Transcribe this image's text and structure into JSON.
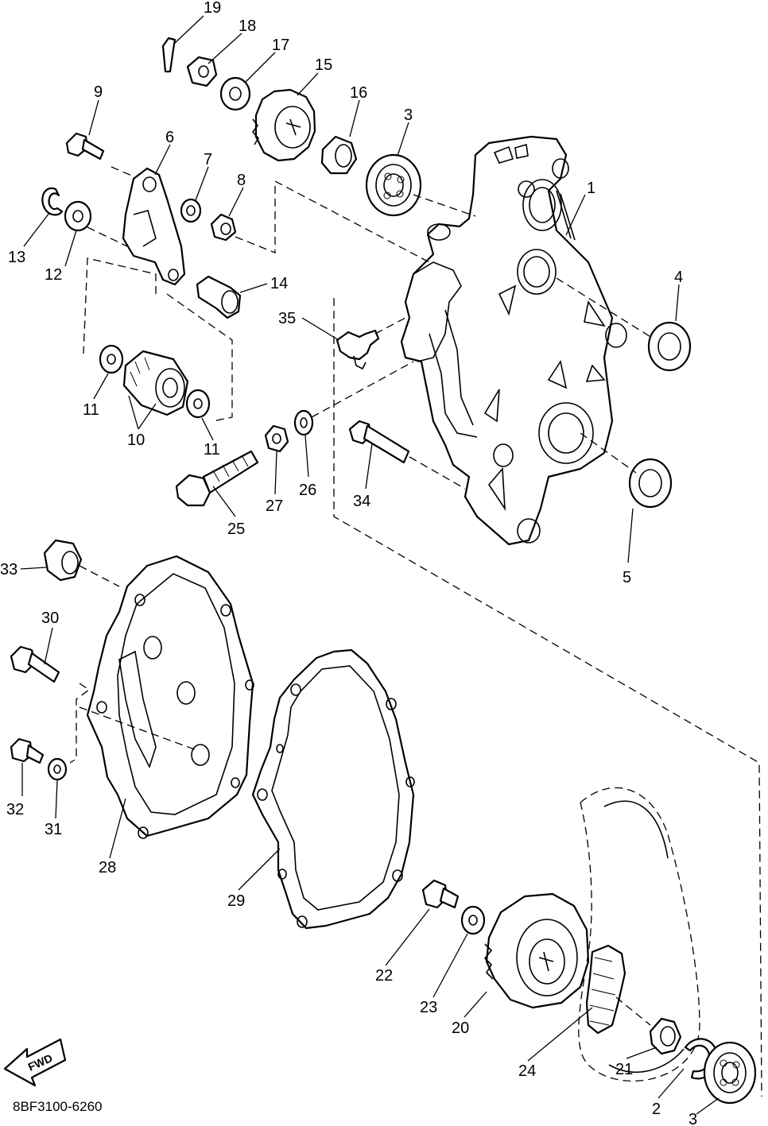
{
  "diagram_code": "8BF3100-6260",
  "fwd_label": "FWD",
  "callouts": [
    {
      "id": "c1",
      "label": "1"
    },
    {
      "id": "c2",
      "label": "2"
    },
    {
      "id": "c3a",
      "label": "3"
    },
    {
      "id": "c3b",
      "label": "3"
    },
    {
      "id": "c4",
      "label": "4"
    },
    {
      "id": "c5",
      "label": "5"
    },
    {
      "id": "c6",
      "label": "6"
    },
    {
      "id": "c7",
      "label": "7"
    },
    {
      "id": "c8",
      "label": "8"
    },
    {
      "id": "c9",
      "label": "9"
    },
    {
      "id": "c10",
      "label": "10"
    },
    {
      "id": "c11a",
      "label": "11"
    },
    {
      "id": "c11b",
      "label": "11"
    },
    {
      "id": "c12",
      "label": "12"
    },
    {
      "id": "c13",
      "label": "13"
    },
    {
      "id": "c14",
      "label": "14"
    },
    {
      "id": "c15",
      "label": "15"
    },
    {
      "id": "c16",
      "label": "16"
    },
    {
      "id": "c17",
      "label": "17"
    },
    {
      "id": "c18",
      "label": "18"
    },
    {
      "id": "c19",
      "label": "19"
    },
    {
      "id": "c20",
      "label": "20"
    },
    {
      "id": "c21",
      "label": "21"
    },
    {
      "id": "c22",
      "label": "22"
    },
    {
      "id": "c23",
      "label": "23"
    },
    {
      "id": "c24",
      "label": "24"
    },
    {
      "id": "c25",
      "label": "25"
    },
    {
      "id": "c26",
      "label": "26"
    },
    {
      "id": "c27",
      "label": "27"
    },
    {
      "id": "c28",
      "label": "28"
    },
    {
      "id": "c29",
      "label": "29"
    },
    {
      "id": "c30",
      "label": "30"
    },
    {
      "id": "c31",
      "label": "31"
    },
    {
      "id": "c32",
      "label": "32"
    },
    {
      "id": "c33",
      "label": "33"
    },
    {
      "id": "c34",
      "label": "34"
    },
    {
      "id": "c35",
      "label": "35"
    }
  ]
}
